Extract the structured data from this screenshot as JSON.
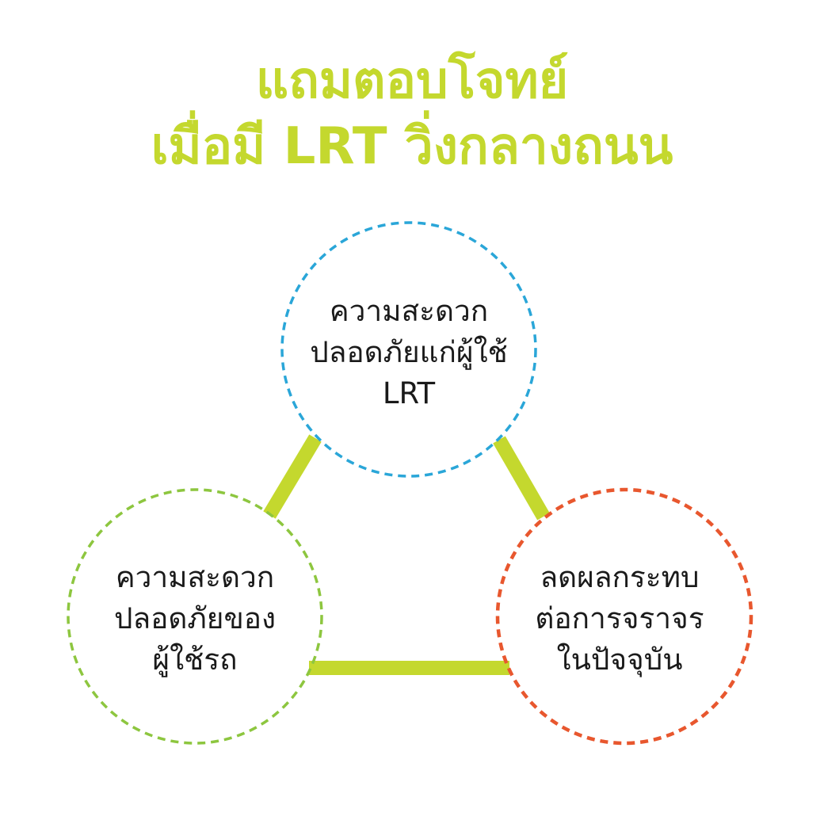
{
  "title": {
    "line1": "แถมตอบโจทย์",
    "line2": "เมื่อมี LRT วิ่งกลางถนน",
    "color": "#c4d82e"
  },
  "nodes": {
    "top": {
      "lines": [
        "ความสะดวก",
        "ปลอดภัยแก่ผู้ใช้",
        "LRT"
      ],
      "border_color": "#2aa6d8"
    },
    "left": {
      "lines": [
        "ความสะดวก",
        "ปลอดภัยของ",
        "ผู้ใช้รถ"
      ],
      "border_color": "#8dc63f"
    },
    "right": {
      "lines": [
        "ลดผลกระทบ",
        "ต่อการจราจร",
        "ในปัจจุบัน"
      ],
      "border_color": "#e8572e"
    }
  },
  "connector_color": "#c4d82e"
}
